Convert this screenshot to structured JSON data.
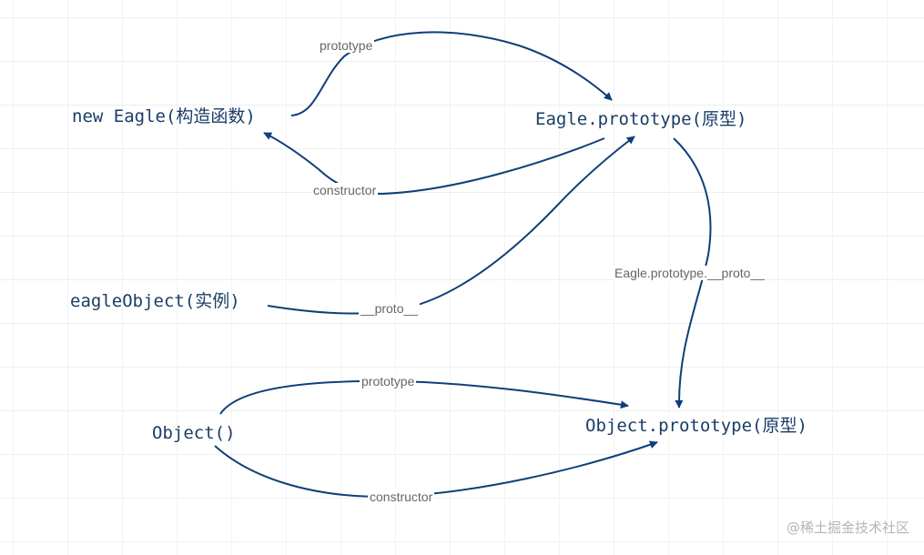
{
  "nodes": {
    "eagle_constructor": "new Eagle(构造函数)",
    "eagle_prototype": "Eagle.prototype(原型)",
    "eagle_object": "eagleObject(实例)",
    "object_constructor": "Object()",
    "object_prototype": "Object.prototype(原型)"
  },
  "edges": {
    "eagle_prototype": "prototype",
    "eagle_constructor": "constructor",
    "eagle_instance_proto": "__proto__",
    "eagle_prototype_proto": "Eagle.prototype.__proto__",
    "object_prototype": "prototype",
    "object_constructor": "constructor"
  },
  "watermark": "@稀土掘金技术社区",
  "colors": {
    "edge": "#0f3f78",
    "node_text": "#1a3d66",
    "edge_label": "#666666"
  }
}
